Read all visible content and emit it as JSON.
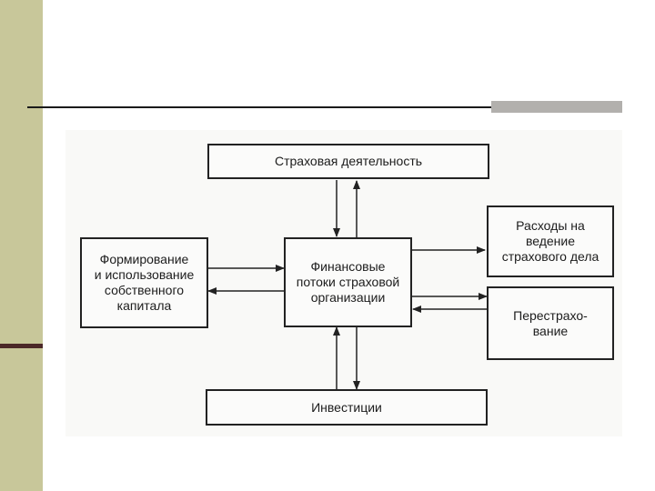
{
  "slide": {
    "colors": {
      "side_bar": "#c8c79a",
      "side_bar_dark": "#4b2828",
      "title_rule": "#1a1a1a",
      "title_accent": "#b2b0ad",
      "diagram_background": "#f9f9f7"
    }
  },
  "diagram": {
    "nodes": {
      "insurance_activity": "Страховая деятельность",
      "business_expenses": "Расходы на\nведение\nстрахового дела",
      "own_capital": "Формирование\nи использование\nсобственного\nкапитала",
      "financial_flows": "Финансовые\nпотоки страховой\nорганизации",
      "reinsurance": "Перестрахо-\nвание",
      "investments": "Инвестиции"
    },
    "edges": [
      {
        "from": "financial_flows",
        "to": "insurance_activity"
      },
      {
        "from": "insurance_activity",
        "to": "financial_flows"
      },
      {
        "from": "financial_flows",
        "to": "business_expenses"
      },
      {
        "from": "own_capital",
        "to": "financial_flows"
      },
      {
        "from": "financial_flows",
        "to": "own_capital"
      },
      {
        "from": "financial_flows",
        "to": "reinsurance"
      },
      {
        "from": "reinsurance",
        "to": "financial_flows"
      },
      {
        "from": "financial_flows",
        "to": "investments"
      },
      {
        "from": "investments",
        "to": "financial_flows"
      }
    ]
  }
}
